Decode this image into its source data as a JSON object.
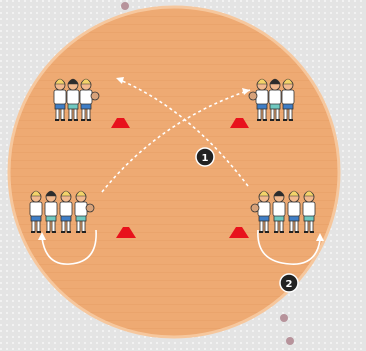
{
  "diagram": {
    "colors": {
      "background": "#e4e4e4",
      "court_fill": "#eeaa73",
      "court_edge": "#f6c79d",
      "cone": "#e8121c",
      "arrow": "#ffffff",
      "badge": "#222222",
      "shirt": "#ffffff",
      "shorts_main": "#3f7ec6",
      "shorts_alt": "#6fc8c0",
      "skin": "#f2b98e",
      "hair_light": "#f3d36a",
      "hair_dark": "#2c2c2c",
      "ball": "#d7a27a"
    },
    "markers": [
      {
        "id": "step-1",
        "label": "1"
      },
      {
        "id": "step-2",
        "label": "2"
      }
    ],
    "groups": [
      {
        "id": "top-left",
        "players": 3,
        "facing": "right"
      },
      {
        "id": "top-right",
        "players": 3,
        "facing": "left"
      },
      {
        "id": "bottom-left",
        "players": 4,
        "facing": "right"
      },
      {
        "id": "bottom-right",
        "players": 4,
        "facing": "left"
      }
    ],
    "cones": 4
  }
}
